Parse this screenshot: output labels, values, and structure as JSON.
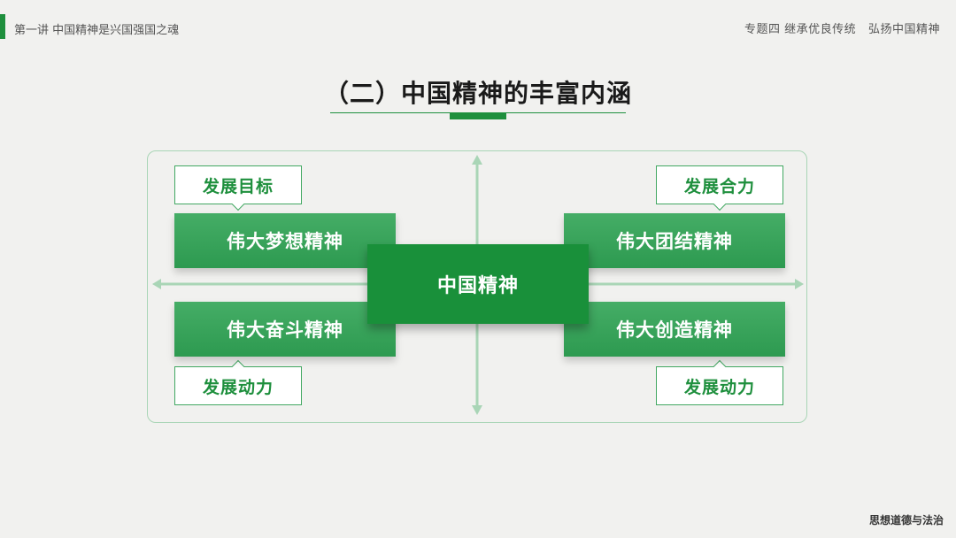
{
  "header": {
    "lecture": "第一讲 中国精神是兴国强国之魂",
    "topic": "专题四 继承优良传统   弘扬中国精神"
  },
  "title": "（二）中国精神的丰富内涵",
  "diagram": {
    "center": "中国精神",
    "quadrants": {
      "top_left": {
        "spirit": "伟大梦想精神",
        "role": "发展目标"
      },
      "top_right": {
        "spirit": "伟大团结精神",
        "role": "发展合力"
      },
      "bottom_left": {
        "spirit": "伟大奋斗精神",
        "role": "发展动力"
      },
      "bottom_right": {
        "spirit": "伟大创造精神",
        "role": "发展动力"
      }
    }
  },
  "footer": "思想道德与法治",
  "colors": {
    "primary": "#1e8f3d",
    "secondary": "#3aa75c",
    "frame": "#a9d5b6",
    "background": "#f1f1ef"
  }
}
